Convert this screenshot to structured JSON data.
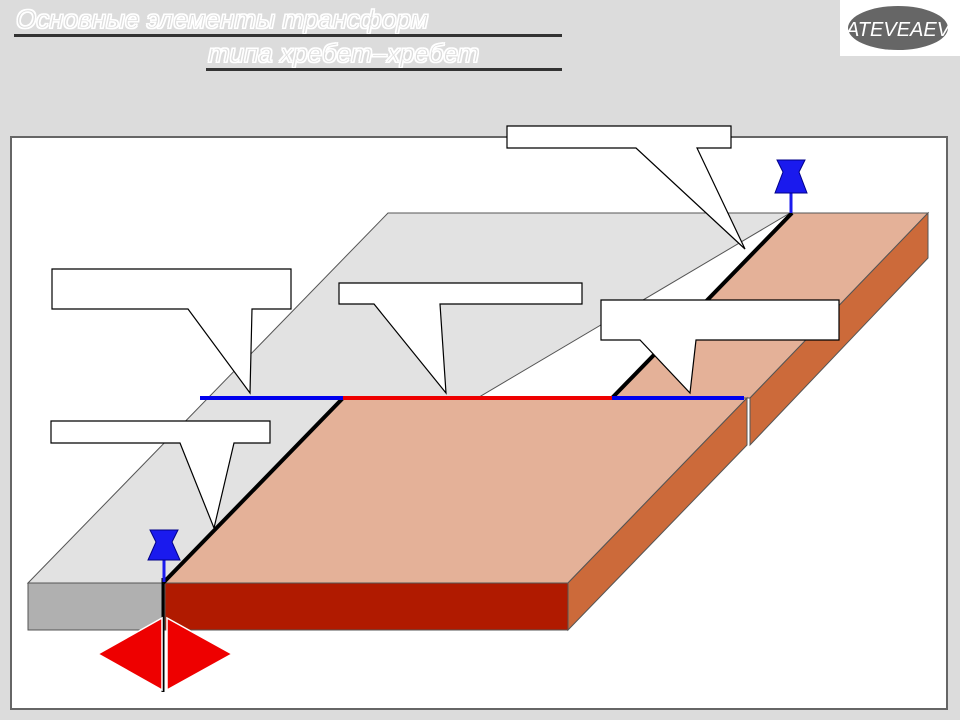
{
  "header": {
    "title_line1": "Основные элементы трансформ",
    "title_line2": "типа хребет–хребет"
  },
  "logo": {
    "text": "ATEVEAEV",
    "icon": "company-logo-icon"
  },
  "colors": {
    "light_plate_top": "#e2e2e2",
    "light_plate_front": "#b0b0b0",
    "dark_plate_top": "#e4b198",
    "dark_plate_front": "#b01a00",
    "dark_plate_side": "#cc6a3a",
    "ridge_axis": "#000000",
    "fracture_zone": "#0000ee",
    "transform_fault": "#ee0000",
    "pin": "#1a1aee",
    "arrow": "#ee0000"
  },
  "callouts": [
    {
      "id": "top-right",
      "text": ""
    },
    {
      "id": "left-upper",
      "text": ""
    },
    {
      "id": "middle",
      "text": ""
    },
    {
      "id": "right-middle",
      "text": ""
    },
    {
      "id": "left-lower",
      "text": ""
    }
  ]
}
